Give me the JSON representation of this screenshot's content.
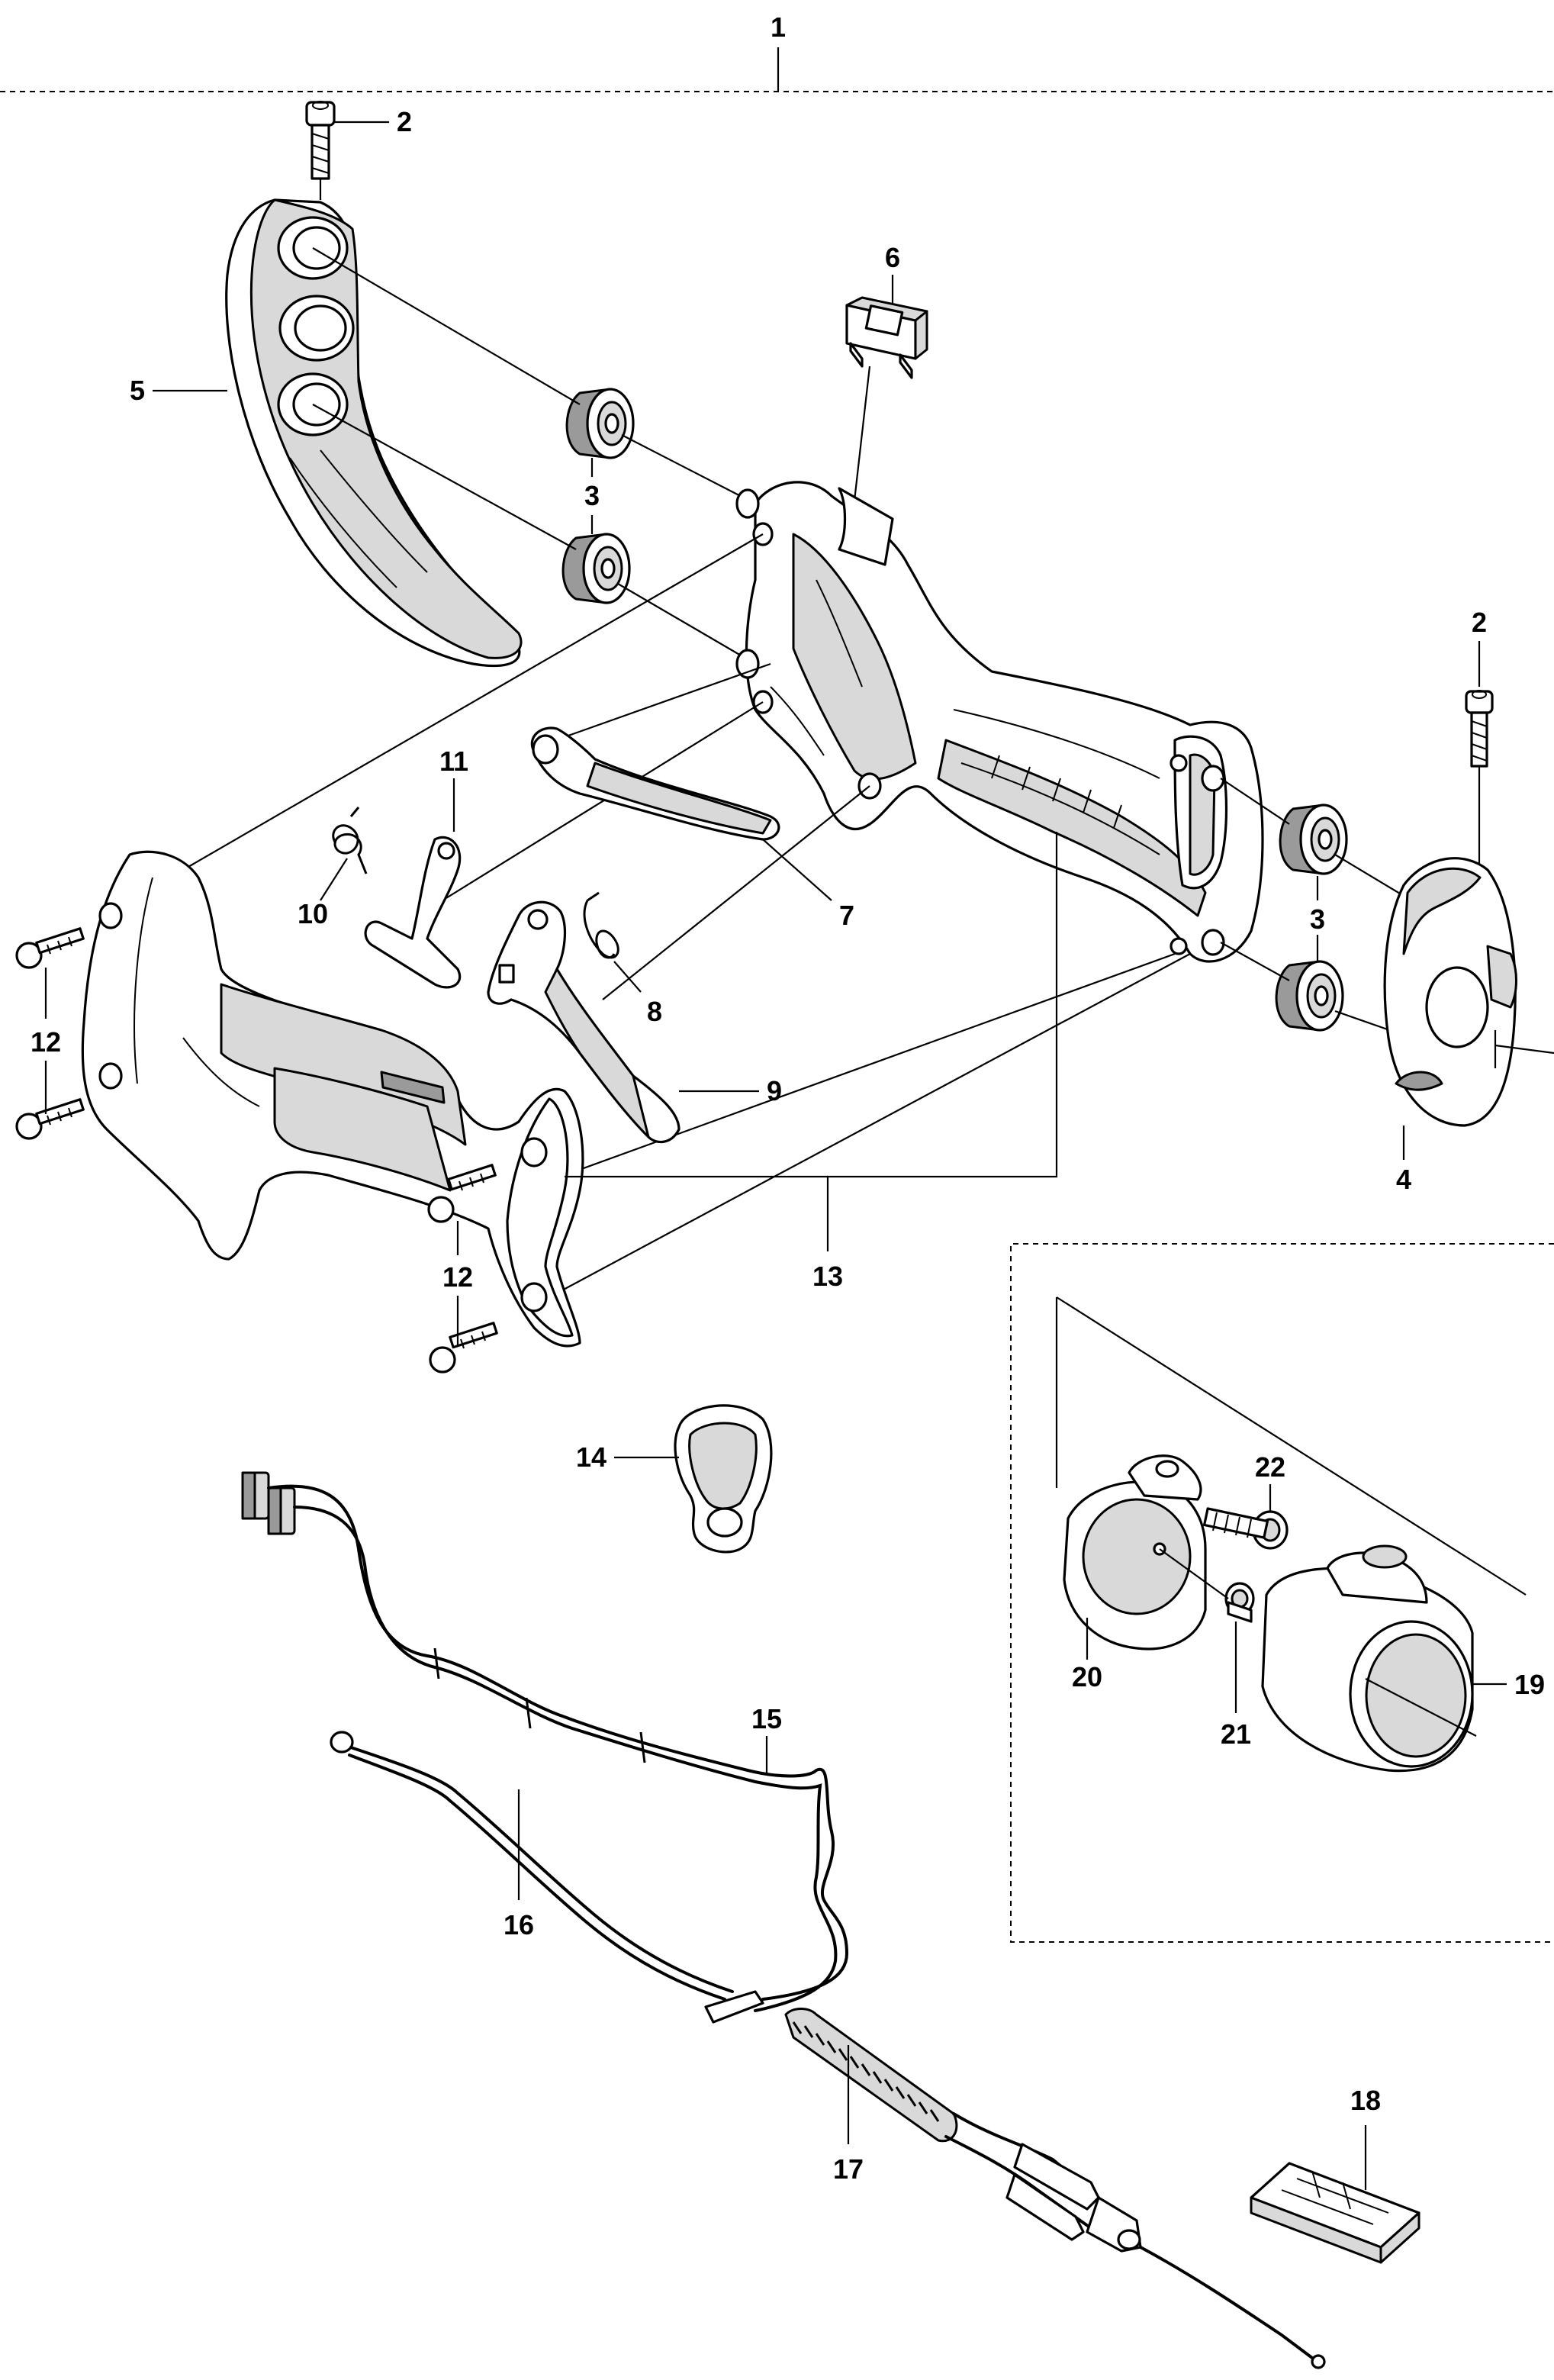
{
  "labels": {
    "l1": "1",
    "l2a": "2",
    "l2b": "2",
    "l3a": "3",
    "l3b": "3",
    "l4": "4",
    "l5": "5",
    "l6": "6",
    "l7": "7",
    "l8": "8",
    "l9": "9",
    "l10": "10",
    "l11": "11",
    "l12a": "12",
    "l12b": "12",
    "l13": "13",
    "l14": "14",
    "l15": "15",
    "l16": "16",
    "l17": "17",
    "l18": "18",
    "l19": "19",
    "l20": "20",
    "l21": "21",
    "l22": "22"
  }
}
